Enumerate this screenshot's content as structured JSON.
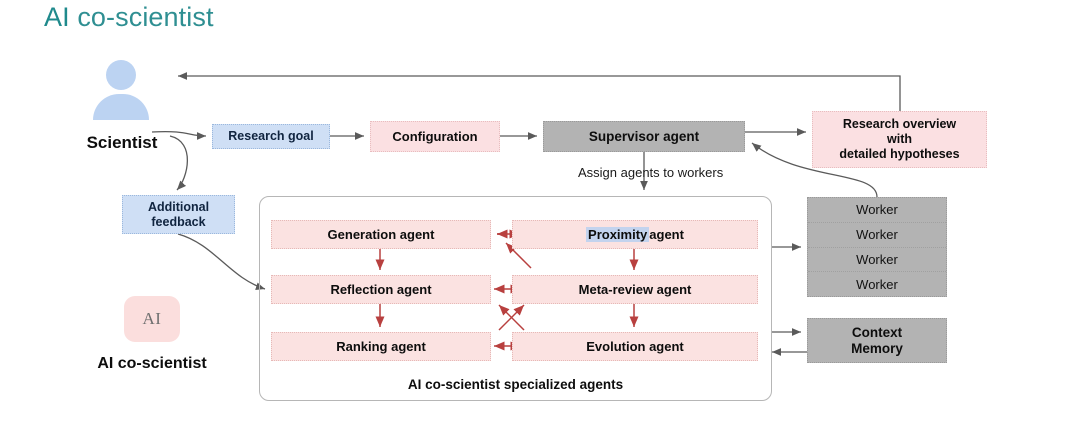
{
  "title": {
    "text_part1": "AI ",
    "text_part2": "co-scientist",
    "color": "#1f8a8c"
  },
  "actors": {
    "scientist_label": "Scientist",
    "scientist_icon": "person-avatar-icon",
    "ai_logo_text": "AI",
    "ai_logo_caption": "AI co-scientist"
  },
  "flow": {
    "research_goal": "Research goal",
    "configuration": "Configuration",
    "supervisor": "Supervisor agent",
    "additional_feedback_line1": "Additional",
    "additional_feedback_line2": "feedback",
    "assign_label": "Assign agents to workers",
    "research_overview_line1": "Research overview",
    "research_overview_line2": "with",
    "research_overview_line3": "detailed hypotheses"
  },
  "workers": {
    "items": [
      "Worker",
      "Worker",
      "Worker",
      "Worker"
    ]
  },
  "context_memory": {
    "line1": "Context",
    "line2": "Memory"
  },
  "agents_panel": {
    "caption": "AI co-scientist specialized agents",
    "agents": [
      {
        "label": "Generation agent",
        "column": "left",
        "row": 1
      },
      {
        "label": "Proximity  agent",
        "column": "right",
        "row": 1,
        "highlight": "Proximity"
      },
      {
        "label": "Reflection agent",
        "column": "left",
        "row": 2
      },
      {
        "label": "Meta-review agent",
        "column": "right",
        "row": 2
      },
      {
        "label": "Ranking agent",
        "column": "left",
        "row": 3
      },
      {
        "label": "Evolution agent",
        "column": "right",
        "row": 3
      }
    ],
    "proximity_prefix": "Proximity",
    "proximity_suffix": " agent"
  },
  "colors": {
    "blue_box": "#cfdff5",
    "pink_box": "#fbe0e2",
    "gray_box": "#b3b3b3",
    "agent_box": "#fbe2e1",
    "arrow_gray": "#5a5a5a",
    "arrow_red": "#b8403f",
    "title_teal": "#1f8a8c",
    "highlight_blue": "#c3d3ee"
  }
}
